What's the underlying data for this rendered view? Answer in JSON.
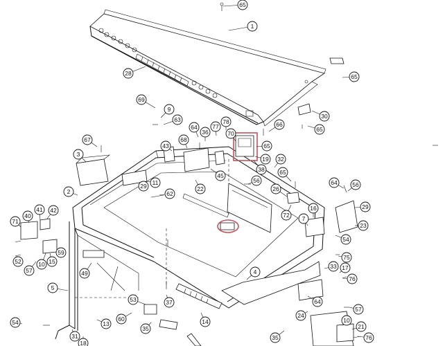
{
  "diagram": {
    "type": "exploded-parts-diagram",
    "ink_color": "#111111",
    "highlight_color": "#c8505a",
    "parts": [
      {
        "label": "65"
      },
      {
        "label": "1"
      },
      {
        "label": "28"
      },
      {
        "label": "65"
      },
      {
        "label": "69"
      },
      {
        "label": "9"
      },
      {
        "label": "63"
      },
      {
        "label": "30"
      },
      {
        "label": "65"
      },
      {
        "label": "64"
      },
      {
        "label": "36"
      },
      {
        "label": "77"
      },
      {
        "label": "78"
      },
      {
        "label": "66"
      },
      {
        "label": "67"
      },
      {
        "label": "68"
      },
      {
        "label": "70"
      },
      {
        "label": "65"
      },
      {
        "label": "43"
      },
      {
        "label": "3"
      },
      {
        "label": "19"
      },
      {
        "label": "32"
      },
      {
        "label": "38"
      },
      {
        "label": "45"
      },
      {
        "label": "65"
      },
      {
        "label": "56"
      },
      {
        "label": "22"
      },
      {
        "label": "11"
      },
      {
        "label": "29"
      },
      {
        "label": "2"
      },
      {
        "label": "62"
      },
      {
        "label": "26"
      },
      {
        "label": "64"
      },
      {
        "label": "56"
      },
      {
        "label": "29"
      },
      {
        "label": "72"
      },
      {
        "label": "16"
      },
      {
        "label": "7"
      },
      {
        "label": "23"
      },
      {
        "label": "41"
      },
      {
        "label": "42"
      },
      {
        "label": "71"
      },
      {
        "label": "40"
      },
      {
        "label": "54"
      },
      {
        "label": "15"
      },
      {
        "label": "75"
      },
      {
        "label": "52"
      },
      {
        "label": "57"
      },
      {
        "label": "10"
      },
      {
        "label": "59"
      },
      {
        "label": "33"
      },
      {
        "label": "17"
      },
      {
        "label": "49"
      },
      {
        "label": "4"
      },
      {
        "label": "76"
      },
      {
        "label": "5"
      },
      {
        "label": "64"
      },
      {
        "label": "37"
      },
      {
        "label": "57"
      },
      {
        "label": "60"
      },
      {
        "label": "53"
      },
      {
        "label": "14"
      },
      {
        "label": "24"
      },
      {
        "label": "10"
      },
      {
        "label": "54"
      },
      {
        "label": "13"
      },
      {
        "label": "35"
      },
      {
        "label": "31"
      },
      {
        "label": "21"
      },
      {
        "label": "35"
      },
      {
        "label": "18"
      },
      {
        "label": "76"
      }
    ]
  }
}
